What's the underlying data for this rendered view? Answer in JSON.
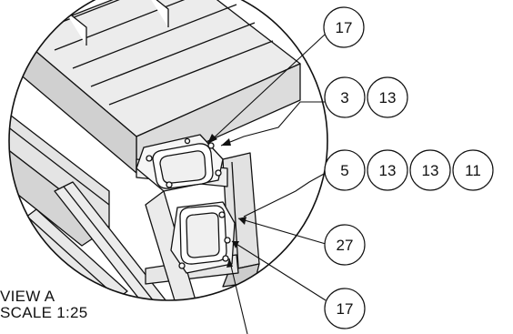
{
  "view": {
    "title": "VIEW A",
    "scale": "SCALE 1:25"
  },
  "callouts": [
    {
      "id": "c1",
      "balloons": [
        "17"
      ]
    },
    {
      "id": "c2",
      "balloons": [
        "3",
        "13"
      ]
    },
    {
      "id": "c3",
      "balloons": [
        "5",
        "13",
        "13",
        "11"
      ]
    },
    {
      "id": "c4",
      "balloons": [
        "27"
      ]
    },
    {
      "id": "c5",
      "balloons": [
        "17"
      ]
    }
  ],
  "colors": {
    "line": "#111111",
    "background": "#ffffff"
  }
}
